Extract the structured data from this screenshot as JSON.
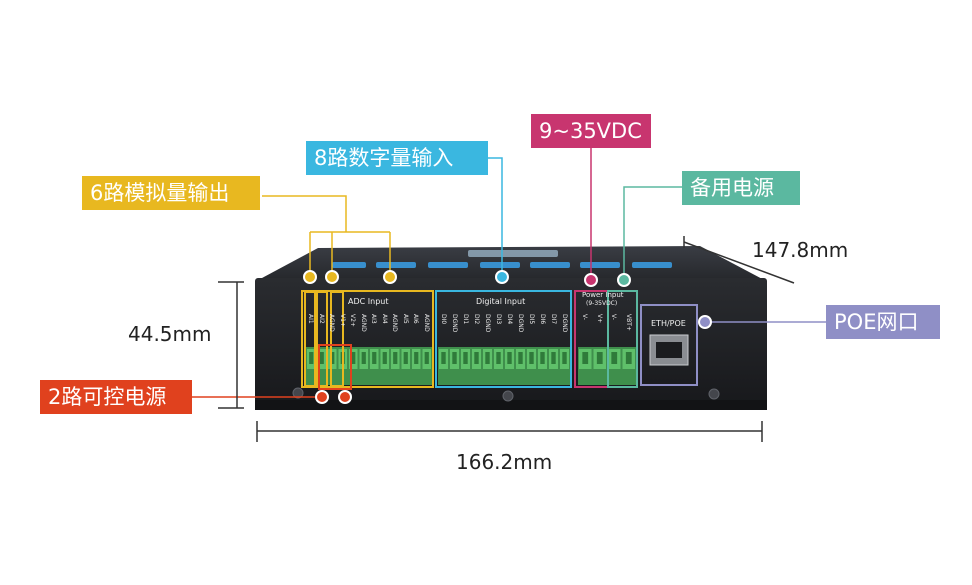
{
  "callouts": {
    "analog_output": "6路模拟量输出",
    "digital_input": "8路数字量输入",
    "power_range": "9~35VDC",
    "backup_power": "备用电源",
    "poe_port": "POE网口",
    "controlled_power": "2路可控电源"
  },
  "dimensions": {
    "depth": "147.8mm",
    "height": "44.5mm",
    "width": "166.2mm"
  },
  "panel": {
    "adc_label": "ADC Input",
    "digital_label": "Digital Input",
    "power_label": "Power Input",
    "power_sub": "(9-35VDC)",
    "eth_label": "ETH/POE",
    "adc_pins": [
      "AI1",
      "AI2",
      "AGND",
      "V1+",
      "V2+",
      "AGND",
      "AI3",
      "AI4",
      "AGND",
      "AI5",
      "AI6",
      "AGND"
    ],
    "digital_pins": [
      "DI0",
      "DGND",
      "DI1",
      "DI2",
      "DGND",
      "DI3",
      "DI4",
      "DGND",
      "DI5",
      "DI6",
      "DI7",
      "DGND"
    ],
    "power_pins": [
      "V-",
      "V+",
      "V-",
      "VBT+"
    ]
  },
  "colors": {
    "yellow": "#e8b820",
    "cyan": "#3ab7e0",
    "magenta": "#c8356f",
    "teal": "#5bb8a0",
    "lavender": "#8f8fc6",
    "orange_red": "#e0411e"
  }
}
